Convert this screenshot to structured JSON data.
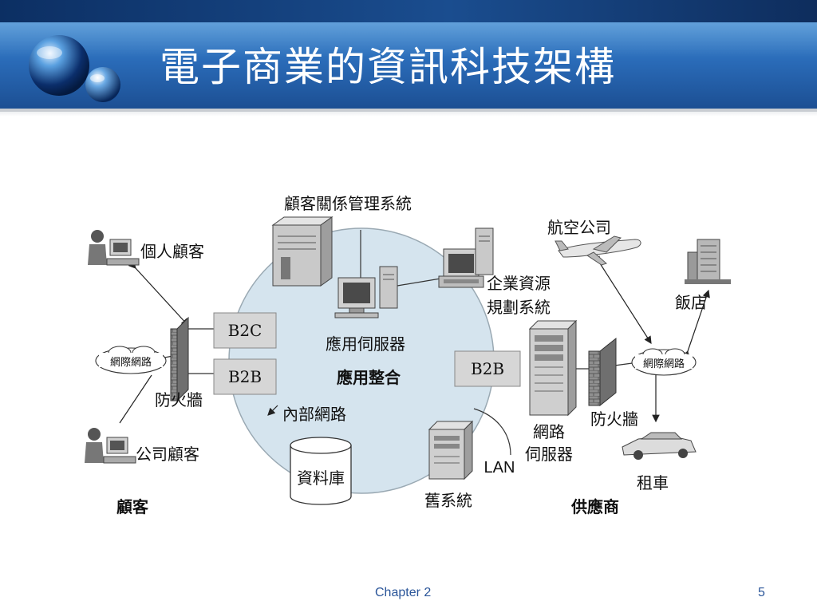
{
  "slide": {
    "title": "電子商業的資訊科技架構",
    "footer_chapter": "Chapter 2",
    "page_number": "5"
  },
  "diagram": {
    "center_circle": {
      "app_server_label": "應用伺服器",
      "integration_label": "應用整合",
      "internal_network_label": "內部網路",
      "database_label": "資料庫"
    },
    "crm_label": "顧客關係管理系統",
    "erp_label_line1": "企業資源",
    "erp_label_line2": "規劃系統",
    "legacy_label": "舊系統",
    "lan_label": "LAN",
    "web_server_line1": "網路",
    "web_server_line2": "伺服器",
    "b2c_box": "B2C",
    "b2b_box_left": "B2B",
    "b2b_box_right": "B2B",
    "customer_side": {
      "individual": "個人顧客",
      "corporate": "公司顧客",
      "internet": "網際網路",
      "firewall": "防火牆",
      "group_label": "顧客"
    },
    "supplier_side": {
      "airline": "航空公司",
      "hotel": "飯店",
      "internet": "網際網路",
      "firewall": "防火牆",
      "car_rental": "租車",
      "group_label": "供應商"
    }
  },
  "colors": {
    "title_bar": "#2a6bb8",
    "circle_fill": "#d5e4ee",
    "box_fill": "#d6d6d6",
    "footer_text": "#2a5599"
  }
}
